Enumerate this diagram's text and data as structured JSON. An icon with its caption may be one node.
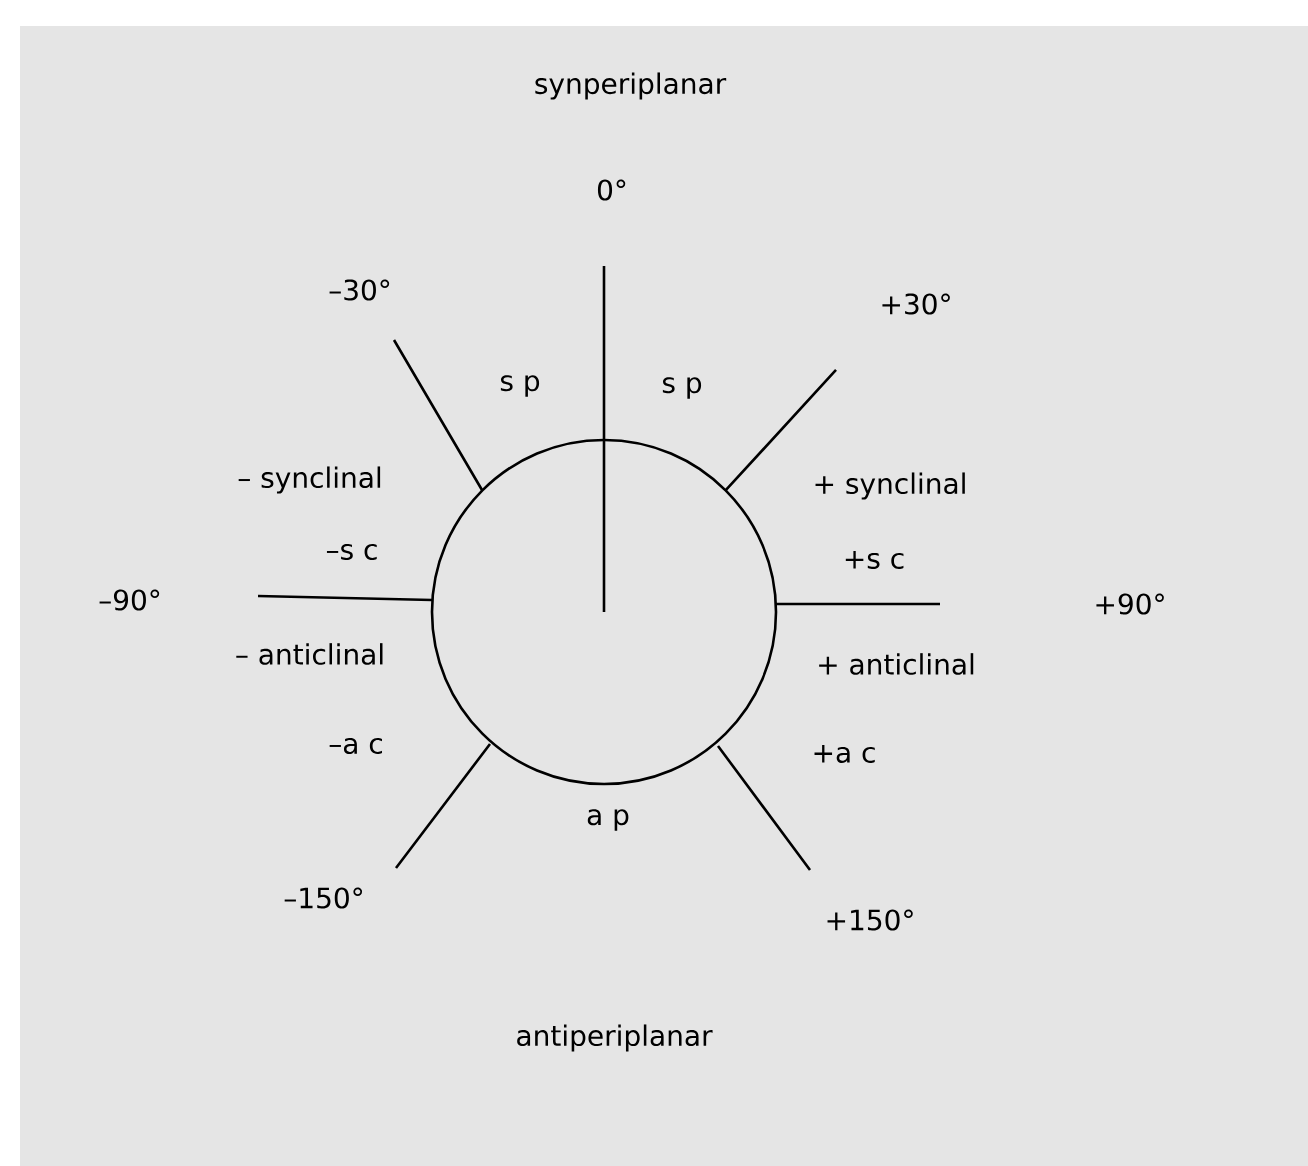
{
  "diagram": {
    "nodes": [
      {
        "text": [],
        "shape": "circle"
      }
    ],
    "labels": [
      "synperiplanar",
      "0°",
      "–30°",
      "+30°",
      "s p",
      "s p",
      "– synclinal",
      "+ synclinal",
      "–s c",
      "+s c",
      "–90°",
      "+90°",
      "– anticlinal",
      "+ anticlinal",
      "–a c",
      "+a c",
      "a p",
      "–150°",
      "+150°",
      "antiperiplanar"
    ]
  }
}
